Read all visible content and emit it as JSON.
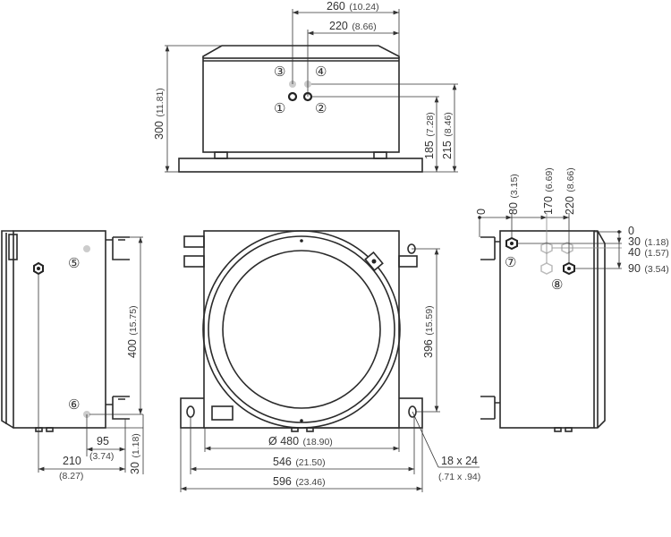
{
  "top_view": {
    "dim_260": "260",
    "dim_260_in": "(10.24)",
    "dim_220": "220",
    "dim_220_in": "(8.66)",
    "dim_300": "300",
    "dim_300_in": "(11.81)",
    "dim_185": "185",
    "dim_185_in": "(7.28)",
    "dim_215": "215",
    "dim_215_in": "(8.46)",
    "port_1": "①",
    "port_2": "②",
    "port_3": "③",
    "port_4": "④"
  },
  "left_view": {
    "port_5": "⑤",
    "port_6": "⑥",
    "dim_400": "400",
    "dim_400_in": "(15.75)",
    "dim_95": "95",
    "dim_95_in": "(3.74)",
    "dim_210": "210",
    "dim_210_in": "(8.27)",
    "dim_30": "30",
    "dim_30_in": "(1.18)"
  },
  "front_view": {
    "dim_396": "396",
    "dim_396_in": "(15.59)",
    "dim_480": "Ø 480",
    "dim_480_in": "(18.90)",
    "dim_546": "546",
    "dim_546_in": "(21.50)",
    "dim_596": "596",
    "dim_596_in": "(23.46)",
    "hole": "18 x 24",
    "hole_in": "(.71 x .94)"
  },
  "right_view": {
    "port_7": "⑦",
    "port_8": "⑧",
    "x_0": "0",
    "x_80": "80",
    "x_80_in": "(3.15)",
    "x_170": "170",
    "x_170_in": "(6.69)",
    "x_220": "220",
    "x_220_in": "(8.66)",
    "y_0": "0",
    "y_30": "30",
    "y_30_in": "(1.18)",
    "y_40": "40",
    "y_40_in": "(1.57)",
    "y_90": "90",
    "y_90_in": "(3.54)"
  }
}
